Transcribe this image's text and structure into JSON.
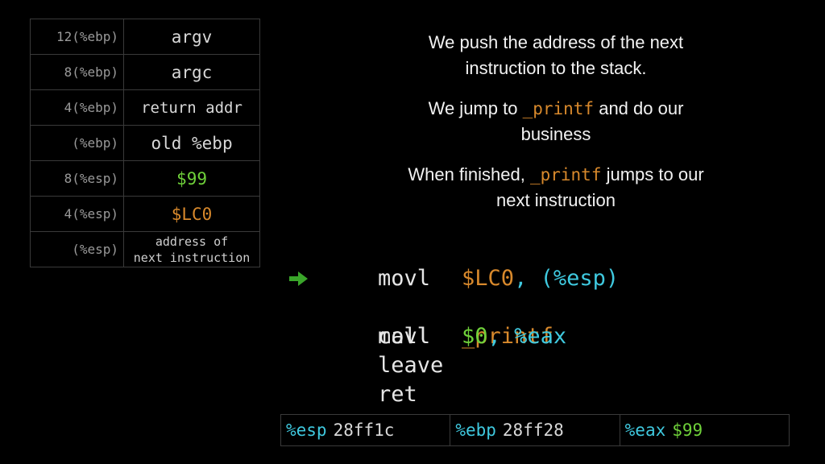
{
  "stack": [
    {
      "offset": "12(%ebp)",
      "value": "argv",
      "color": "#d8d8d8"
    },
    {
      "offset": "8(%ebp)",
      "value": "argc",
      "color": "#d8d8d8"
    },
    {
      "offset": "4(%ebp)",
      "value": "return addr",
      "color": "#d8d8d8"
    },
    {
      "offset": "(%ebp)",
      "value": "old %ebp",
      "color": "#d8d8d8"
    },
    {
      "offset": "8(%esp)",
      "value": "$99",
      "color": "#6fd13a"
    },
    {
      "offset": "4(%esp)",
      "value": "$LC0",
      "color": "#d8892c"
    },
    {
      "offset": "(%esp)",
      "value_line1": "address of",
      "value_line2": "next instruction",
      "color": "#cfcfcf"
    }
  ],
  "explanation": {
    "p1_line1": "We push the address of the next",
    "p1_line2": "instruction to the stack.",
    "p2_pre": "We jump to ",
    "p2_code": "_printf",
    "p2_post": " and do our",
    "p2_line2": "business",
    "p3_pre": "When finished, ",
    "p3_code": "_printf",
    "p3_post": " jumps to our",
    "p3_line2": "next instruction"
  },
  "code": [
    {
      "instr": "movl",
      "operand_a": "$LC0",
      "sep": ", ",
      "operand_b": "(%esp)"
    },
    {
      "instr": "call",
      "operand_a": "_printf",
      "current": true
    },
    {
      "instr": "movl",
      "operand_a": "$0",
      "sep": ", ",
      "operand_b": "%eax"
    },
    {
      "instr": "leave"
    },
    {
      "instr": "ret"
    }
  ],
  "icons": {
    "current_line": "right-arrow-icon"
  },
  "registers": [
    {
      "name": "%esp",
      "value": "28ff1c"
    },
    {
      "name": "%ebp",
      "value": "28ff28"
    },
    {
      "name": "%eax",
      "value": "$99"
    }
  ],
  "colors": {
    "register": "#3fc9df",
    "label": "#d8892c",
    "immediate": "#6fd13a",
    "arrow": "#3aa52a"
  }
}
